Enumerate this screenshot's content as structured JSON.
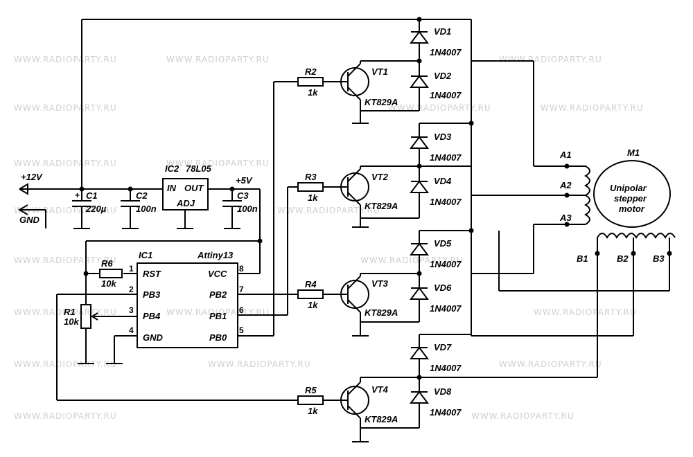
{
  "watermark": "WWW.RADIOPARTY.RU",
  "power": {
    "vin": "+12V",
    "gnd": "GND",
    "v5": "+5V"
  },
  "caps": [
    {
      "ref": "C1",
      "value": "220µ"
    },
    {
      "ref": "C2",
      "value": "100n"
    },
    {
      "ref": "C3",
      "value": "100n"
    }
  ],
  "regulator": {
    "ref": "IC2",
    "part": "78L05",
    "in": "IN",
    "out": "OUT",
    "adj": "ADJ"
  },
  "mcu": {
    "ref": "IC1",
    "part": "Attiny13",
    "pins": [
      {
        "n": "1",
        "name": "RST"
      },
      {
        "n": "2",
        "name": "PB3"
      },
      {
        "n": "3",
        "name": "PB4"
      },
      {
        "n": "4",
        "name": "GND"
      },
      {
        "n": "8",
        "name": "VCC"
      },
      {
        "n": "7",
        "name": "PB2"
      },
      {
        "n": "6",
        "name": "PB1"
      },
      {
        "n": "5",
        "name": "PB0"
      }
    ]
  },
  "r6": {
    "ref": "R6",
    "value": "10k"
  },
  "r1": {
    "ref": "R1",
    "value": "10k"
  },
  "resistors": [
    {
      "ref": "R2",
      "value": "1k"
    },
    {
      "ref": "R3",
      "value": "1k"
    },
    {
      "ref": "R4",
      "value": "1k"
    },
    {
      "ref": "R5",
      "value": "1k"
    }
  ],
  "transistors": [
    {
      "ref": "VT1",
      "part": "KT829A"
    },
    {
      "ref": "VT2",
      "part": "KT829A"
    },
    {
      "ref": "VT3",
      "part": "KT829A"
    },
    {
      "ref": "VT4",
      "part": "KT829A"
    }
  ],
  "diodes": [
    {
      "ref": "VD1",
      "part": "1N4007"
    },
    {
      "ref": "VD2",
      "part": "1N4007"
    },
    {
      "ref": "VD3",
      "part": "1N4007"
    },
    {
      "ref": "VD4",
      "part": "1N4007"
    },
    {
      "ref": "VD5",
      "part": "1N4007"
    },
    {
      "ref": "VD6",
      "part": "1N4007"
    },
    {
      "ref": "VD7",
      "part": "1N4007"
    },
    {
      "ref": "VD8",
      "part": "1N4007"
    }
  ],
  "motor": {
    "ref": "M1",
    "line1": "Unipolar",
    "line2": "stepper",
    "line3": "motor",
    "taps": [
      "A1",
      "A2",
      "A3",
      "B1",
      "B2",
      "B3"
    ]
  }
}
